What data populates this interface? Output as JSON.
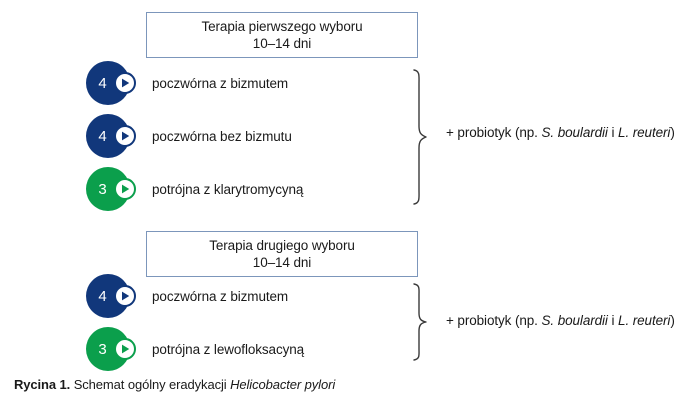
{
  "figure": {
    "caption_label": "Rycina 1.",
    "caption_text": " Schemat ogólny eradykacji ",
    "caption_italic": "Helicobacter pylori"
  },
  "colors": {
    "navy": "#11377B",
    "green": "#0B9F4C",
    "box_border": "#7C96BB",
    "text": "#1A1A1A",
    "background": "#FFFFFF"
  },
  "sections": [
    {
      "box": {
        "title": "Terapia pierwszego wyboru",
        "duration": "10–14 dni"
      },
      "regimens": [
        {
          "count": "4",
          "color": "navy",
          "label": "poczwórna z bizmutem"
        },
        {
          "count": "4",
          "color": "navy",
          "label": "poczwórna bez bizmutu"
        },
        {
          "count": "3",
          "color": "green",
          "label": "potrójna z klarytromycyną"
        }
      ],
      "note": {
        "prefix": "+ probiotyk (np. ",
        "species_1": "S. boulardii",
        "conjunction": " i ",
        "species_2": "L. reuteri",
        "suffix": ")"
      }
    },
    {
      "box": {
        "title": "Terapia drugiego wyboru",
        "duration": "10–14 dni"
      },
      "regimens": [
        {
          "count": "4",
          "color": "navy",
          "label": "poczwórna z bizmutem"
        },
        {
          "count": "3",
          "color": "green",
          "label": "potrójna z lewofloksacyną"
        }
      ],
      "note": {
        "prefix": "+ probiotyk (np. ",
        "species_1": "S. boulardii",
        "conjunction": " i ",
        "species_2": "L. reuteri",
        "suffix": ")"
      }
    }
  ],
  "icons": {
    "play": "play-triangle-icon",
    "brace": "curly-brace-icon"
  }
}
